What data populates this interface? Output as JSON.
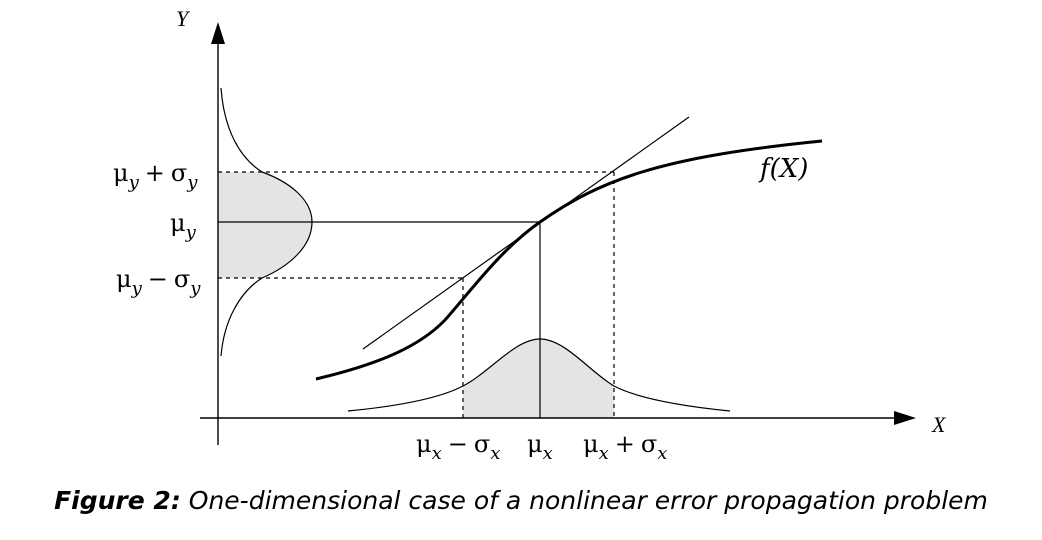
{
  "diagram": {
    "axes": {
      "y_axis_label": "Y",
      "x_axis_label": "X"
    },
    "function_label": "f(X)",
    "y_ticks": {
      "upper": {
        "mu": "μ",
        "sub": "y",
        "op": "+",
        "sigma": "σ"
      },
      "mean": {
        "mu": "μ",
        "sub": "y"
      },
      "lower": {
        "mu": "μ",
        "sub": "y",
        "op": "−",
        "sigma": "σ"
      }
    },
    "x_ticks": {
      "lower": {
        "mu": "μ",
        "sub": "x",
        "op": "−",
        "sigma": "σ"
      },
      "mean": {
        "mu": "μ",
        "sub": "x"
      },
      "upper": {
        "mu": "μ",
        "sub": "x",
        "op": "+",
        "sigma": "σ"
      }
    },
    "colors": {
      "shade": "#e4e4e4",
      "ink": "#000000"
    }
  },
  "caption": {
    "label": "Figure 2:",
    "text": "One-dimensional case of a nonlinear error propagation problem"
  }
}
